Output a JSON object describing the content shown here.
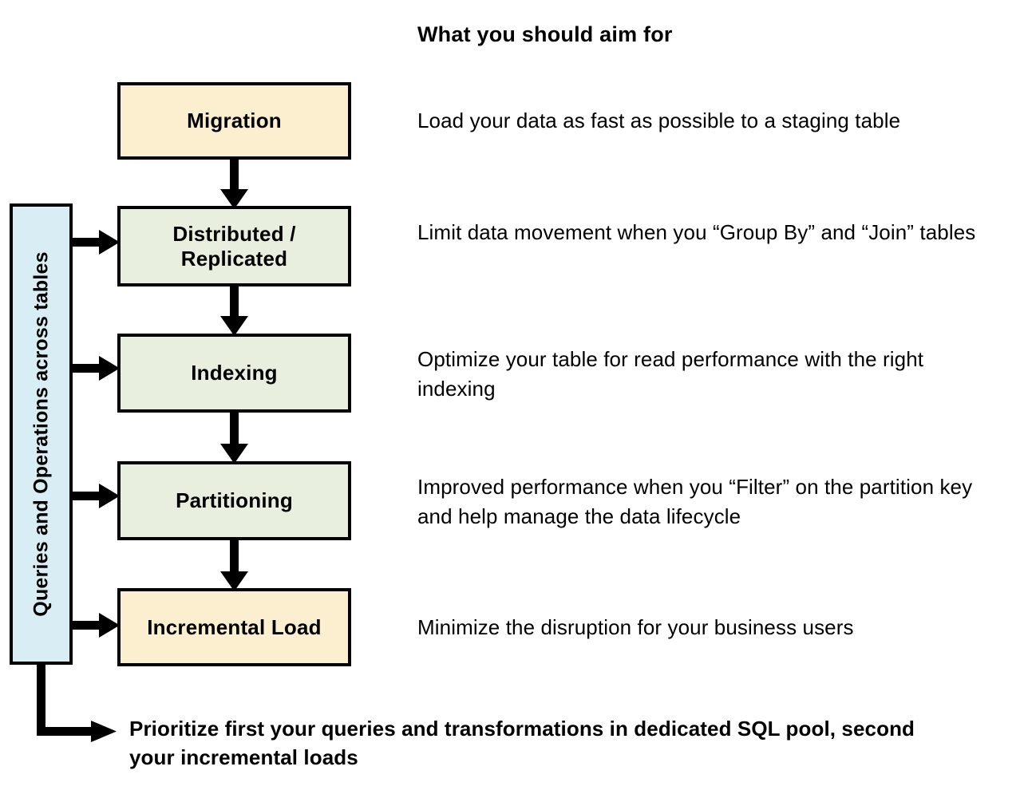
{
  "diagram": {
    "title": "What you should aim for",
    "side_bar": {
      "label": "Queries and Operations across tables",
      "color": "#D9EDF4"
    },
    "colors": {
      "cream": "#FCEFD0",
      "green": "#E8EFDE",
      "blue": "#D9EDF4",
      "stroke": "#000000"
    },
    "steps": [
      {
        "name": "Migration",
        "fill": "#FCEFD0",
        "description": "Load your data as fast as possible to a staging table",
        "has_side_arrow": false
      },
      {
        "name": "Distributed / Replicated",
        "name_line1": "Distributed /",
        "name_line2": "Replicated",
        "fill": "#E8EFDE",
        "description": "Limit data movement when you “Group By” and “Join” tables",
        "has_side_arrow": true
      },
      {
        "name": "Indexing",
        "fill": "#E8EFDE",
        "description": "Optimize your table for read performance with the right indexing",
        "has_side_arrow": true
      },
      {
        "name": "Partitioning",
        "fill": "#E8EFDE",
        "description": "Improved performance when you “Filter” on the partition key and help manage the data lifecycle",
        "has_side_arrow": true
      },
      {
        "name": "Incremental Load",
        "fill": "#FCEFD0",
        "description": "Minimize the disruption for your business users",
        "has_side_arrow": true
      }
    ],
    "footnote": "Prioritize first your queries and transformations in dedicated SQL pool, second your incremental loads"
  }
}
